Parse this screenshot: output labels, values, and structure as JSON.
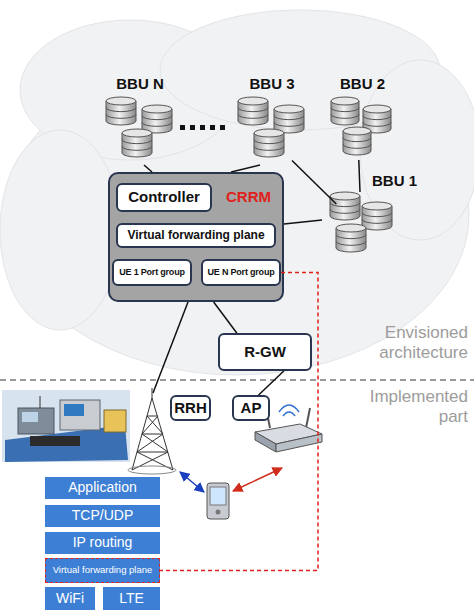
{
  "diagram": {
    "nodes": [
      {
        "text": [
          "BBU N"
        ]
      },
      {
        "text": [
          "BBU 3"
        ]
      },
      {
        "text": [
          "BBU 2"
        ]
      },
      {
        "text": [
          "BBU 1"
        ]
      },
      {
        "text": [
          "CRRM"
        ]
      },
      {
        "text": [
          "Controller"
        ],
        "in": 4
      },
      {
        "text": [
          "Virtual forwarding plane"
        ],
        "in": 4
      },
      {
        "text": [
          "UE 1 Port group"
        ],
        "in": 4
      },
      {
        "text": [
          "UE N Port group"
        ],
        "in": 4
      },
      {
        "text": [
          "R-GW"
        ]
      },
      {
        "text": [
          "RRH"
        ]
      },
      {
        "text": [
          "AP"
        ]
      },
      {
        "text": [
          "Application"
        ]
      },
      {
        "text": [
          "TCP/UDP"
        ]
      },
      {
        "text": [
          "IP routing"
        ]
      },
      {
        "text": [
          "Virtual forwarding plane"
        ]
      },
      {
        "text": [
          "WiFi"
        ]
      },
      {
        "text": [
          "LTE"
        ]
      }
    ],
    "edges": [
      {
        "from": 0,
        "to": 4,
        "arrow": "none"
      },
      {
        "from": 1,
        "to": 4,
        "arrow": "none"
      },
      {
        "from": 1,
        "to": 3,
        "arrow": "none"
      },
      {
        "from": 2,
        "to": 3,
        "arrow": "none"
      },
      {
        "from": 3,
        "to": 4,
        "arrow": "none"
      },
      {
        "from": 4,
        "to": 9,
        "arrow": "none"
      },
      {
        "from": 9,
        "to": 11,
        "arrow": "none"
      },
      {
        "from": 8,
        "to": 15,
        "arrow": "none"
      }
    ],
    "labels": [
      "Envisioned architecture",
      "Implemented part"
    ]
  }
}
